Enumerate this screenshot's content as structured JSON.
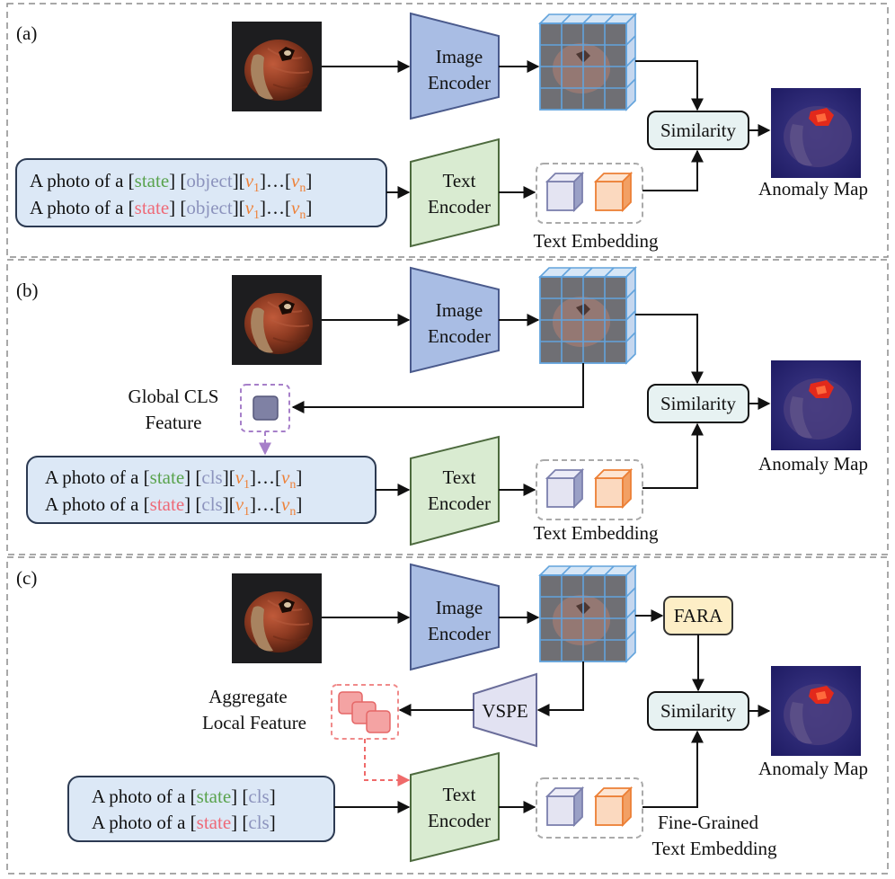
{
  "panels": [
    {
      "tag": "(a)",
      "image_encoder": [
        "Image",
        "Encoder"
      ],
      "text_encoder": [
        "Text",
        "Encoder"
      ],
      "similarity": "Similarity",
      "anomaly_map": "Anomaly Map",
      "text_embedding": "Text Embedding",
      "prompt_prefix": "A photo of a ",
      "state_word": "state",
      "object_word": "object",
      "v_symbol": "v",
      "sub_first": "1",
      "ellipsis": "…",
      "sub_last": "n"
    },
    {
      "tag": "(b)",
      "image_encoder": [
        "Image",
        "Encoder"
      ],
      "text_encoder": [
        "Text",
        "Encoder"
      ],
      "similarity": "Similarity",
      "anomaly_map": "Anomaly Map",
      "text_embedding": "Text Embedding",
      "global_cls": [
        "Global CLS",
        "Feature"
      ],
      "prompt_prefix": "A photo of a ",
      "state_word": "state",
      "cls_word": "cls",
      "v_symbol": "v",
      "sub_first": "1",
      "ellipsis": "…",
      "sub_last": "n"
    },
    {
      "tag": "(c)",
      "image_encoder": [
        "Image",
        "Encoder"
      ],
      "text_encoder": [
        "Text",
        "Encoder"
      ],
      "similarity": "Similarity",
      "anomaly_map": "Anomaly Map",
      "fara": "FARA",
      "vspe": "VSPE",
      "aggregate": [
        "Aggregate",
        "Local Feature"
      ],
      "fine_grained": [
        "Fine-Grained",
        "Text Embedding"
      ],
      "prompt_prefix": "A photo of a ",
      "state_word": "state",
      "cls_word": "cls"
    }
  ],
  "colors": {
    "image_encoder": "#a9bde4",
    "text_encoder": "#d9ebd1",
    "similarity": "#e7f2f2",
    "prompt_box": "#dce8f6",
    "fara": "#fdeec6",
    "vspe": "#e2e2f2",
    "normal_state": "#5aa34e",
    "abnormal_state": "#ee6a78",
    "object_token": "#8c93bd",
    "learnable_token": "#ee8138",
    "feature_grid": "#62a3dc",
    "cls_feature": "#7f81a4",
    "local_feature": "#f08a8a"
  },
  "icons": [
    "hazelnut-image",
    "anomaly-map-image",
    "feature-grid-icon",
    "embedding-cube-icon"
  ]
}
